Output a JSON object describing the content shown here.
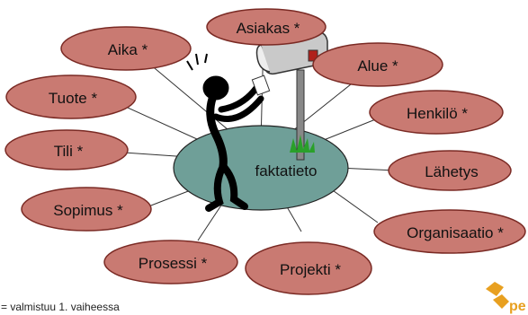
{
  "center": {
    "label": "faktatieto",
    "color": "#6f9f98"
  },
  "node_color": "#c97a72",
  "node_stroke": "#7a2a24",
  "nodes": [
    {
      "label": "Asiakas *"
    },
    {
      "label": "Aika *"
    },
    {
      "label": "Alue *"
    },
    {
      "label": "Tuote *"
    },
    {
      "label": "Henkilö *"
    },
    {
      "label": "Tili *"
    },
    {
      "label": "Lähetys"
    },
    {
      "label": "Sopimus *"
    },
    {
      "label": "Organisaatio *"
    },
    {
      "label": "Prosessi *"
    },
    {
      "label": "Projekti *"
    }
  ],
  "footnote": "= valmistuu 1. vaiheessa",
  "logo_text": "pe",
  "logo_color": "#e8a020"
}
